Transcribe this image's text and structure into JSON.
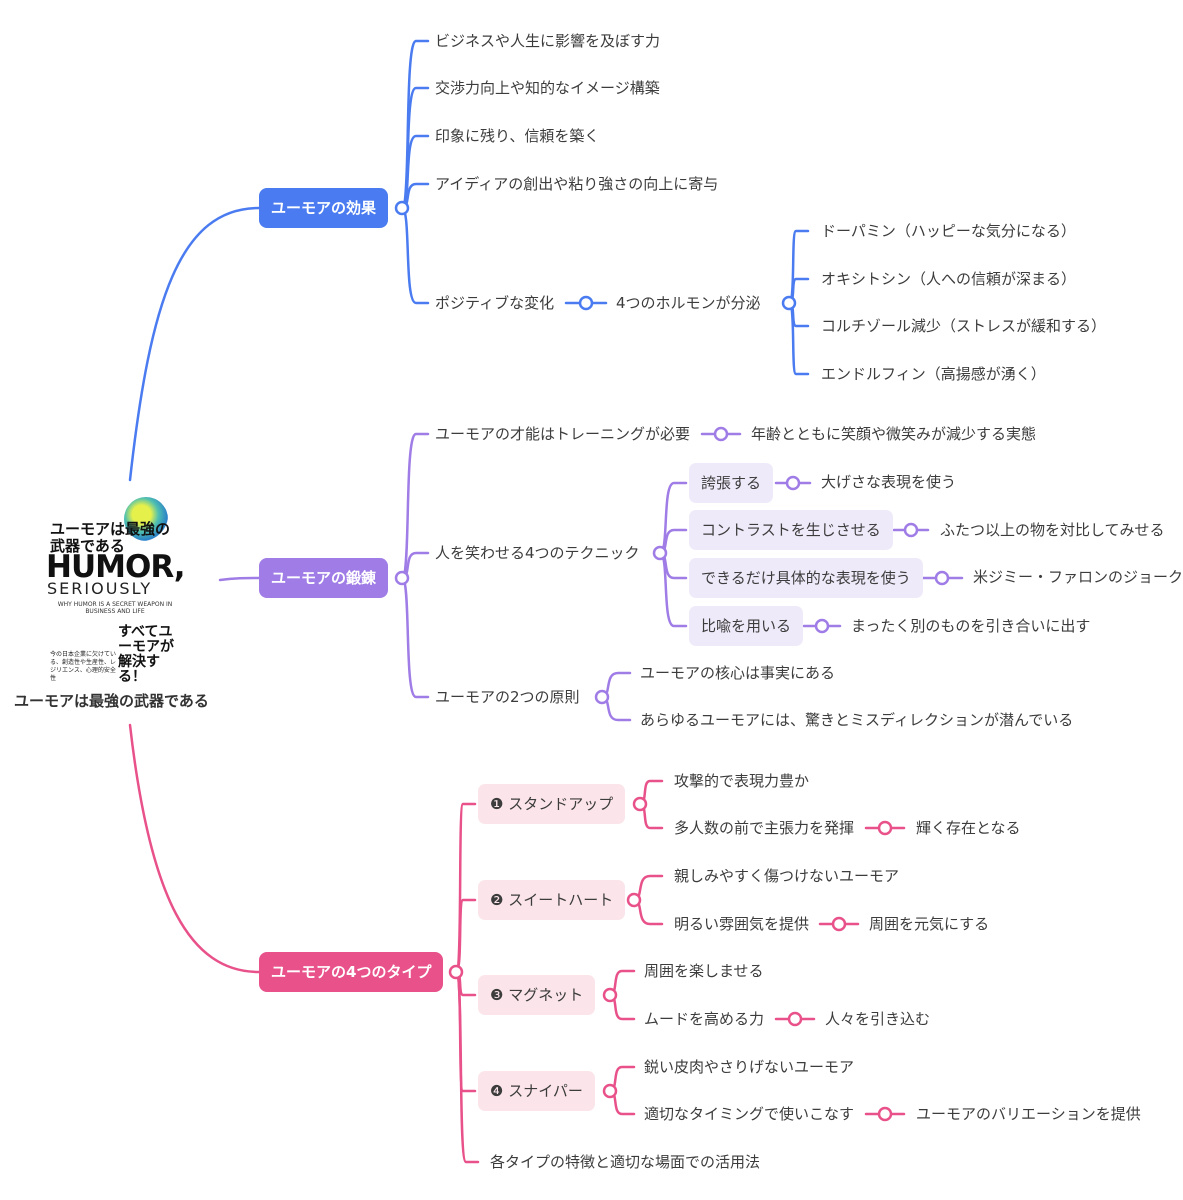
{
  "book": {
    "cover_jp_title": "ユーモアは最強の武器である",
    "cover_en_title": "HUMOR,",
    "cover_en_sub": "SERIOUSLY",
    "cover_tagline": "WHY HUMOR IS A SECRET WEAPON IN BUSINESS AND LIFE",
    "cover_catch": "すべてユーモアが解決する！",
    "cover_note": "今の日本企業に欠けている、創造性や生産性、レジリエンス、心理的安全性",
    "title": "ユーモアは最強の武器である"
  },
  "branches": {
    "effect": {
      "label": "ユーモアの効果",
      "items": [
        "ビジネスや人生に影響を及ぼす力",
        "交渉力向上や知的なイメージ構築",
        "印象に残り、信頼を築く",
        "アイディアの創出や粘り強さの向上に寄与",
        "ポジティブな変化"
      ],
      "hormone_label": "4つのホルモンが分泌",
      "hormones": [
        "ドーパミン（ハッピーな気分になる）",
        "オキシトシン（人への信頼が深まる）",
        "コルチゾール減少（ストレスが緩和する）",
        "エンドルフィン（高揚感が湧く）"
      ]
    },
    "training": {
      "label": "ユーモアの鍛錬",
      "talent": "ユーモアの才能はトレーニングが必要",
      "talent_note": "年齢とともに笑顔や微笑みが減少する実態",
      "technique": "人を笑わせる4つのテクニック",
      "techniques": [
        "誇張する",
        "コントラストを生じさせる",
        "できるだけ具体的な表現を使う",
        "比喩を用いる"
      ],
      "technique_notes": [
        "大げさな表現を使う",
        "ふたつ以上の物を対比してみせる",
        "米ジミー・ファロンのジョーク",
        "まったく別のものを引き合いに出す"
      ],
      "principle": "ユーモアの2つの原則",
      "principles": [
        "ユーモアの核心は事実にある",
        "あらゆるユーモアには、驚きとミスディレクションが潜んでいる"
      ]
    },
    "types": {
      "label": "ユーモアの4つのタイプ",
      "type1": "❶ スタンドアップ",
      "type1_a": "攻撃的で表現力豊か",
      "type1_b": "多人数の前で主張力を発揮",
      "type1_b_note": "輝く存在となる",
      "type2": "❷ スイートハート",
      "type2_a": "親しみやすく傷つけないユーモア",
      "type2_b": "明るい雰囲気を提供",
      "type2_b_note": "周囲を元気にする",
      "type3": "❸ マグネット",
      "type3_a": "周囲を楽しませる",
      "type3_b": "ムードを高める力",
      "type3_b_note": "人々を引き込む",
      "type4": "❹ スナイパー",
      "type4_a": "鋭い皮肉やさりげないユーモア",
      "type4_b": "適切なタイミングで使いこなす",
      "type4_b_note": "ユーモアのバリエーションを提供",
      "summary": "各タイプの特徴と適切な場面での活用法"
    }
  },
  "colors": {
    "blue": "#4a7bf0",
    "purple": "#9f7ce6",
    "pink": "#e85189",
    "lavender": "#efeaf9",
    "rose": "#fbe5ea"
  }
}
